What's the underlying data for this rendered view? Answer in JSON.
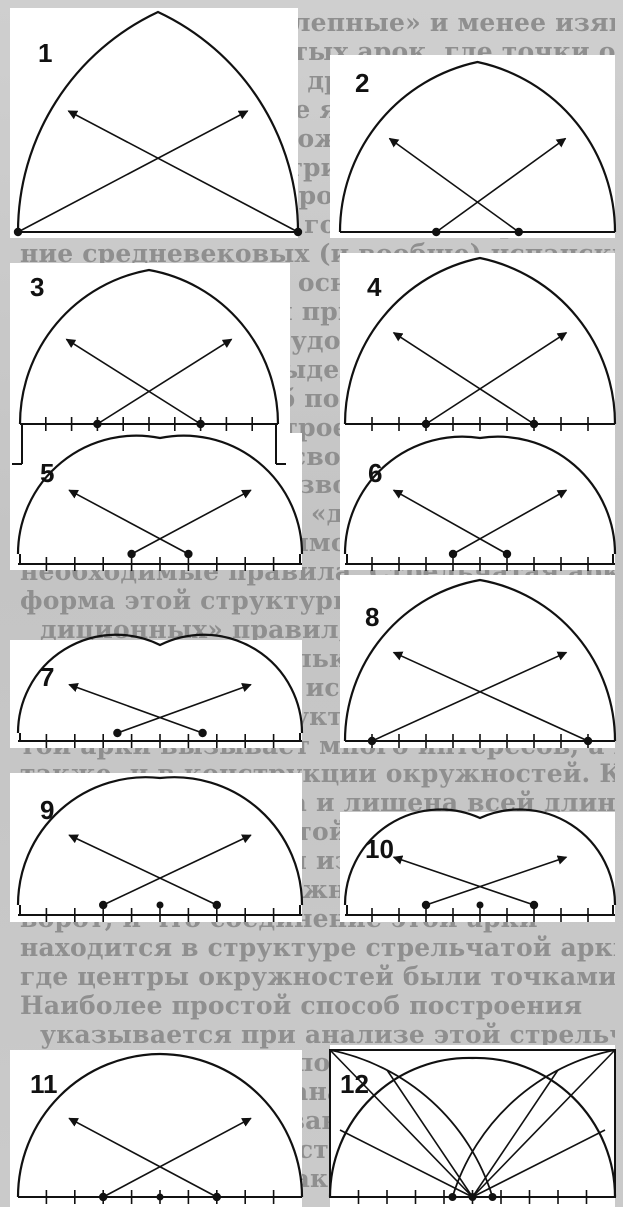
{
  "text_lines": [
    "крутые, другие «лепные» и менее изящные",
    "верхние «оси» крутых арок, где точки окружности",
    "ниже основания, с другой стороны конструк-",
    "тура арки, которые являются наиболее",
    "знакомого, происхождение готической арки",
    "особенно той, центрированной от основания",
    "принцип этих построений на макете.",
    "Есть мнение, что готическая архитектура",
    "ние средневековых (и вообще) испанских",
    "стрельчатых арок основаны на пересечении двух",
    "окружностей. Они применялись так как построе-",
    "ние в плане было удобно при вычислениях, это",
    "очень сложно и выделять размеры. Кроме",
    "сравнения, способ позволяет соединить форму",
    "того, способ построения и способ конструкции",
    "для стрельчатого свода, а также определить",
    "арки, и в целом позволяет свободно развить",
    "способ построения «доступного» в будущем пос-",
    "ледствию необходимого «пути», а также как её",
    "необходимые правила. Стрельчатая арка может",
    "форма этой структуры в ряде новых или «тра-",
    "диционных» правил, даже новое построение окруж-",
    "ности место, не только в сочетании арок в",
    "вопросе. Начиная, исторически одна из наиболее",
    "используемых структур конструкции стрельча-",
    "той арки вызывает много интересов, а вместе с тем",
    "также, и в конструкции окружностей. Конст-",
    "рукция была снята и лишена всей длины",
    "каждой стрельчатой арки, вычисленной как",
    "может стать одним из признаков того, каким",
    "это сооружение можно было установить вне",
    "ворот, и что соединение этой арки",
    "находится в структуре стрельчатой арки,",
    "где центры окружностей были точками.",
    "Наиболее простой способ построения",
    "указывается при анализе этой стрельчатой",
    "арки. Этот способ позволял определить любые",
    "соотношения при анализе этих",
    "Как уже было сказано, построение центров",
    "стрельчатых арок стрельчатых форм с точкой",
    "основания арки, как это было в основе"
  ],
  "figures": [
    {
      "label": "1"
    },
    {
      "label": "2"
    },
    {
      "label": "3"
    },
    {
      "label": "4"
    },
    {
      "label": "5"
    },
    {
      "label": "6"
    },
    {
      "label": "7"
    },
    {
      "label": "8"
    },
    {
      "label": "9"
    },
    {
      "label": "10"
    },
    {
      "label": "11"
    },
    {
      "label": "12"
    }
  ],
  "colors": {
    "ink": "#111111",
    "paper": "#ffffff",
    "background_text": "#8f8f8f"
  }
}
